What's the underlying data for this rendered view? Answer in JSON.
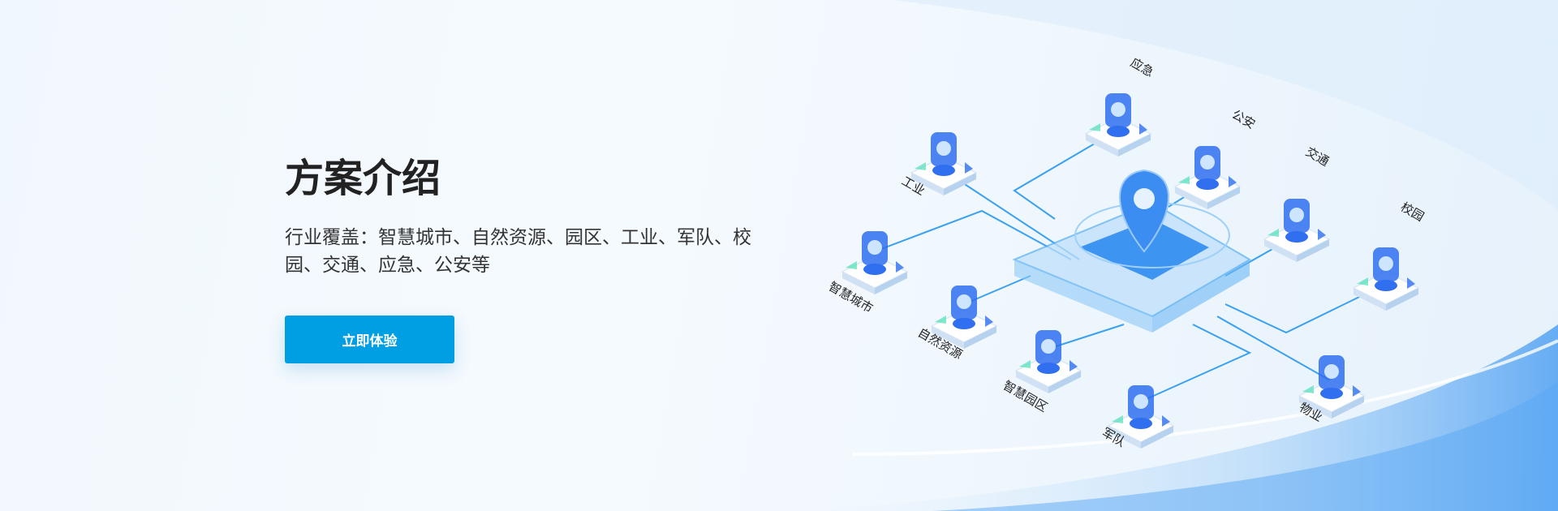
{
  "intro": {
    "title": "方案介绍",
    "description": "行业覆盖：智慧城市、自然资源、园区、工业、军队、校园、交通、应急、公安等",
    "cta_label": "立即体验"
  },
  "diagram": {
    "center_icon": "location-pin-icon",
    "nodes": [
      {
        "label": "应急",
        "icon": "target-icon"
      },
      {
        "label": "公安",
        "icon": "police-avatar-icon"
      },
      {
        "label": "交通",
        "icon": "globe-icon"
      },
      {
        "label": "校园",
        "icon": "book-icon"
      },
      {
        "label": "物业",
        "icon": "face-scan-icon"
      },
      {
        "label": "军队",
        "icon": "drone-icon"
      },
      {
        "label": "智慧园区",
        "icon": "dashboard-icon"
      },
      {
        "label": "自然资源",
        "icon": "resources-icon"
      },
      {
        "label": "智慧城市",
        "icon": "building-icon"
      },
      {
        "label": "工业",
        "icon": "box-icon"
      }
    ]
  },
  "colors": {
    "accent": "#009fe3",
    "line": "#3aa0f0",
    "icon_blue": "#2f6ff0",
    "icon_green": "#4fe0b8"
  }
}
